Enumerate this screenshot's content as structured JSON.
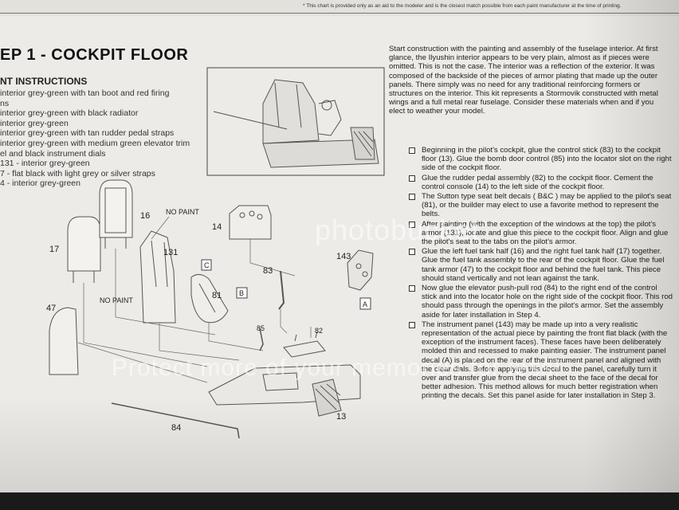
{
  "top_note": "* This chart is provided only as an aid to the modeler and is the closest match possible from each paint manufacturer at the time of printing.",
  "title": "EP 1 - COCKPIT FLOOR",
  "paint_heading": "NT INSTRUCTIONS",
  "paint_items": [
    "interior grey-green with tan boot and red firing",
    "ns",
    "interior grey-green with black radiator",
    "interior grey-green",
    "interior grey-green with tan rudder pedal straps",
    "interior grey-green with medium green elevator trim",
    "el and black instrument dials",
    "131 - interior grey-green",
    "7 - flat black with light grey or silver straps",
    "4 - interior grey-green"
  ],
  "intro": "Start construction with the painting and assembly of the fuselage interior. At first glance, the Ilyushin interior appears to be very plain, almost as if pieces were omitted. This is not the case. The interior was a reflection of the exterior. It was composed of the backside of the pieces of armor plating that made up the outer panels. There simply was no need for any traditional reinforcing formers or structures on the interior. This kit represents a Stormovik constructed with metal wings and a full metal rear fuselage. Consider these materials when and if you elect to weather your model.",
  "steps": [
    "Beginning in the pilot's cockpit, glue the control stick (83) to the cockpit floor (13). Glue the bomb door control (85) into the locator slot on the right side of the cockpit floor.",
    "Glue the rudder pedal assembly (82) to the cockpit floor. Cement the control console (14) to the left side of the cockpit floor.",
    "The Sutton type seat belt decals ( B&C ) may be applied to the pilot's seat (81), or the builder may elect to use a favorite method to represent the belts.",
    "After painting (with the exception of the windows at the top) the pilot's armor (131), locate and glue this piece to the cockpit floor. Align and glue the pilot's seat to the tabs on the pilot's armor.",
    "Glue the left fuel tank half (16) and the right fuel tank half (17) together. Glue the fuel tank assembly to the rear of the cockpit floor. Glue the fuel tank armor (47) to the cockpit floor and behind the fuel tank. This piece should stand vertically and not lean against the tank.",
    "Now glue the elevator push-pull rod (84) to the right end of the control stick and into the locator hole on the right side of the cockpit floor. This rod should pass through the openings in the pilot's armor. Set the assembly aside for later installation in Step 4.",
    "The instrument panel (143) may be made up into a very realistic representation of the actual piece by painting the front flat black (with the exception of the instrument faces). These faces have been deliberately molded thin and recessed to make painting easier. The instrument panel decal (A) is placed on the rear of the instrument panel and aligned with the clear dials. Before applying this decal to the panel, carefully turn it over and transfer glue from the decal sheet to the face of the decal for better adhesion. This method allows for much better registration when printing the decals. Set this panel aside for later installation in Step 3."
  ],
  "diagram_labels": {
    "p16": "16",
    "p17": "17",
    "p14": "14",
    "p131": "131",
    "no_paint_1": "NO PAINT",
    "no_paint_2": "NO PAINT",
    "c": "C",
    "b": "B",
    "p81": "81",
    "p83": "83",
    "p143": "143",
    "a": "A",
    "p47": "47",
    "p85": "85",
    "p82": "82",
    "p13": "13",
    "p84": "84"
  },
  "watermark": {
    "line1": "photobucket",
    "line2": "Protect more of your memories for less!"
  },
  "colors": {
    "paper": "#ecebe7",
    "ink": "#222222",
    "line_art": "#555555"
  }
}
